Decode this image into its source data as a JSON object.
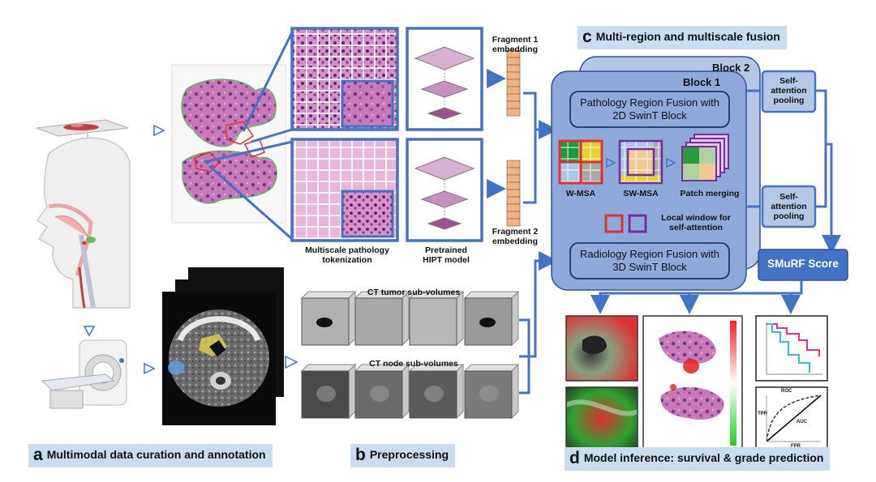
{
  "sections": {
    "a": {
      "letter": "a",
      "title": "Multimodal data curation and annotation"
    },
    "b": {
      "letter": "b",
      "title": "Preprocessing"
    },
    "c": {
      "letter": "c",
      "title": "Multi-region and multiscale fusion"
    },
    "d": {
      "letter": "d",
      "title": "Model inference: survival & grade prediction"
    }
  },
  "pathology": {
    "tokenization_label": "Multiscale pathology tokenization",
    "model_label": "Pretrained HIPT model",
    "fragment1_label": "Fragment 1 embedding",
    "fragment2_label": "Fragment 2 embedding"
  },
  "ct": {
    "tumor_label": "CT tumor sub-volumes",
    "node_label": "CT node sub-volumes"
  },
  "fusion": {
    "block1": "Block 1",
    "block2": "Block 2",
    "pathology_fusion": "Pathology Region Fusion with 2D SwinT Block",
    "radiology_fusion": "Radiology Region Fusion with 3D SwinT Block",
    "wmsa": "W-MSA",
    "swmsa": "SW-MSA",
    "patch_merging": "Patch merging",
    "local_window": "Local window for self-attention",
    "pool1": "Self-attention pooling",
    "pool2": "Self-attention pooling",
    "score": "SMuRF Score"
  },
  "roc": {
    "title": "ROC",
    "ylabel": "TPR",
    "xlabel": "FPR",
    "area_label": "AUC"
  },
  "colors": {
    "arrow_blue": "#4472c4",
    "block_fill": "#8eaadb",
    "block2_fill": "#b4c7e7",
    "section_bg": "#c9dcf0",
    "embedding": "#f4b183",
    "window_red": "#e03030",
    "window_purple": "#7030a0"
  },
  "icons": [
    "tissue-slide-icon",
    "head-anatomy-icon",
    "ct-scanner-icon"
  ]
}
